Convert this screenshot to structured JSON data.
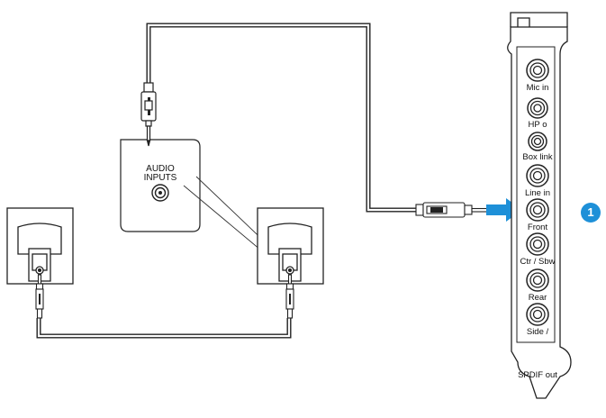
{
  "audio_box": {
    "label_line1": "AUDIO",
    "label_line2": "INPUTS"
  },
  "card_ports": [
    {
      "label": "Mic in"
    },
    {
      "label": "HP o"
    },
    {
      "label": "Box link"
    },
    {
      "label": "Line in"
    },
    {
      "label": "Front"
    },
    {
      "label": "Ctr / Sbw"
    },
    {
      "label": "Rear"
    },
    {
      "label": "Side /"
    }
  ],
  "card_port_extra_label": "SPDIF out",
  "callout": {
    "number": "1",
    "color": "#1e90d8"
  },
  "arrow_color": "#1e90d8"
}
